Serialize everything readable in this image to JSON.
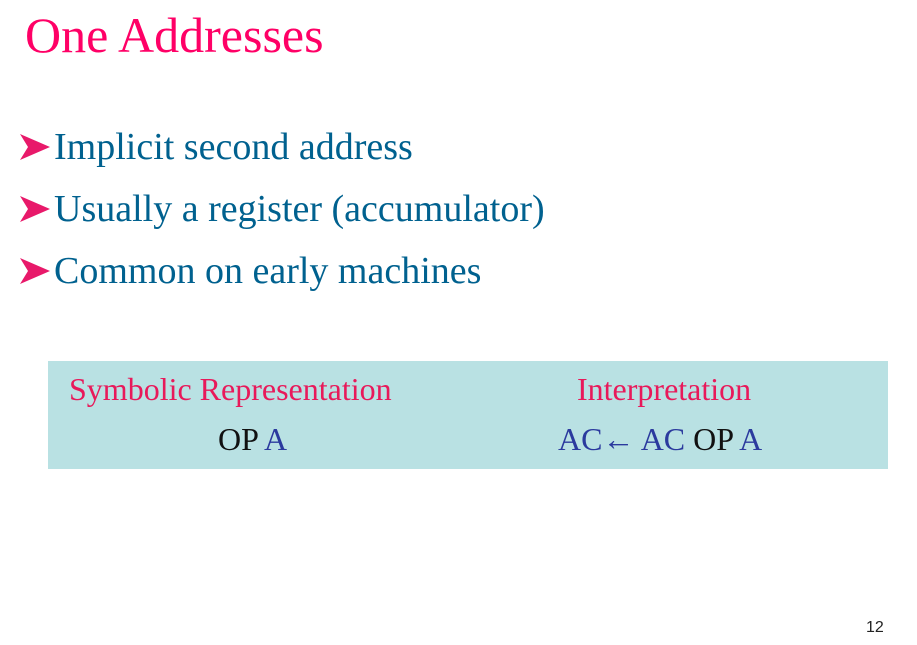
{
  "slide": {
    "title": "One Addresses",
    "page_number": "12",
    "colors": {
      "title": "#ff0066",
      "bullet_text": "#00618f",
      "bullet_marker": "#e8196a",
      "table_background": "#b9e1e3",
      "table_header": "#e8195a",
      "operand": "#2b3a9e",
      "opcode": "#111111"
    }
  },
  "bullets": [
    {
      "icon": "arrow-bullet-icon",
      "text": "Implicit second address"
    },
    {
      "icon": "arrow-bullet-icon",
      "text": "Usually a register (accumulator)"
    },
    {
      "icon": "arrow-bullet-icon",
      "text": "Common on early machines"
    }
  ],
  "formula_table": {
    "headers": [
      "Symbolic Representation",
      "Interpretation"
    ],
    "symbolic": {
      "op": "OP",
      "operand": "A"
    },
    "interpretation": {
      "lhs": "AC",
      "arrow": "←",
      "rhs": "AC",
      "op": "OP",
      "operand": "A"
    }
  }
}
